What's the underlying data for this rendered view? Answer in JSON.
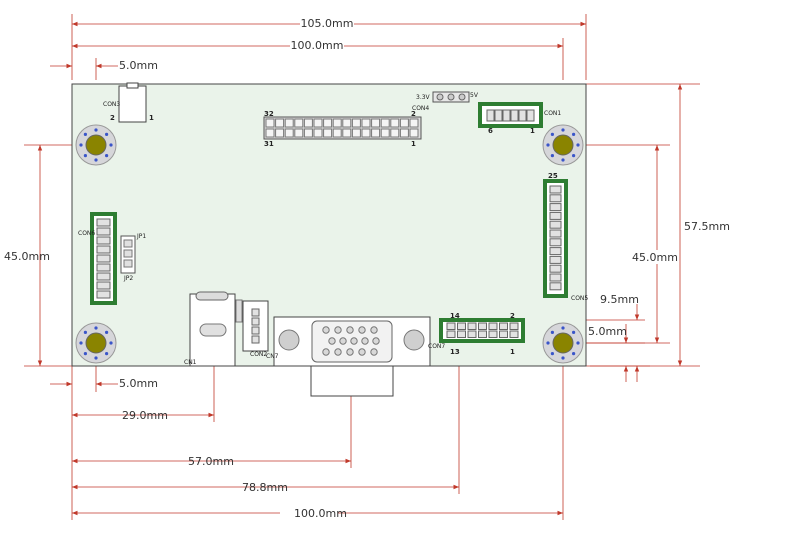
{
  "dimensions": {
    "top_overall": "105.0mm",
    "top_holes": "100.0mm",
    "top_offset": "5.0mm",
    "left_holes": "45.0mm",
    "right_overall": "57.5mm",
    "right_holes": "45.0mm",
    "right_upper": "9.5mm",
    "right_lower": "5.0mm",
    "bottom_offset": "5.0mm",
    "bottom_29": "29.0mm",
    "bottom_57": "57.0mm",
    "bottom_78": "78.8mm",
    "bottom_100": "100.0mm"
  },
  "labels": {
    "con_top_left": "CON3",
    "pin_2": "2",
    "pin_1": "1",
    "header_32": "32",
    "header_31": "31",
    "header_2": "2",
    "header_1": "1",
    "header_con": "CON4",
    "v33": "3.3V",
    "v5": "5V",
    "con_top_right": "CON1",
    "pin_6": "6",
    "pin_1b": "1",
    "pin_25": "25",
    "con_right": "CON5",
    "con_left": "CON6",
    "jp1": "JP1",
    "jp2": "JP2",
    "con_power": "CN1",
    "con_small": "CON2",
    "vga_con": "CN7",
    "pin_14": "14",
    "pin_2b": "2",
    "pin_13": "13",
    "pin_1c": "1",
    "con_bottom": "CON7"
  }
}
